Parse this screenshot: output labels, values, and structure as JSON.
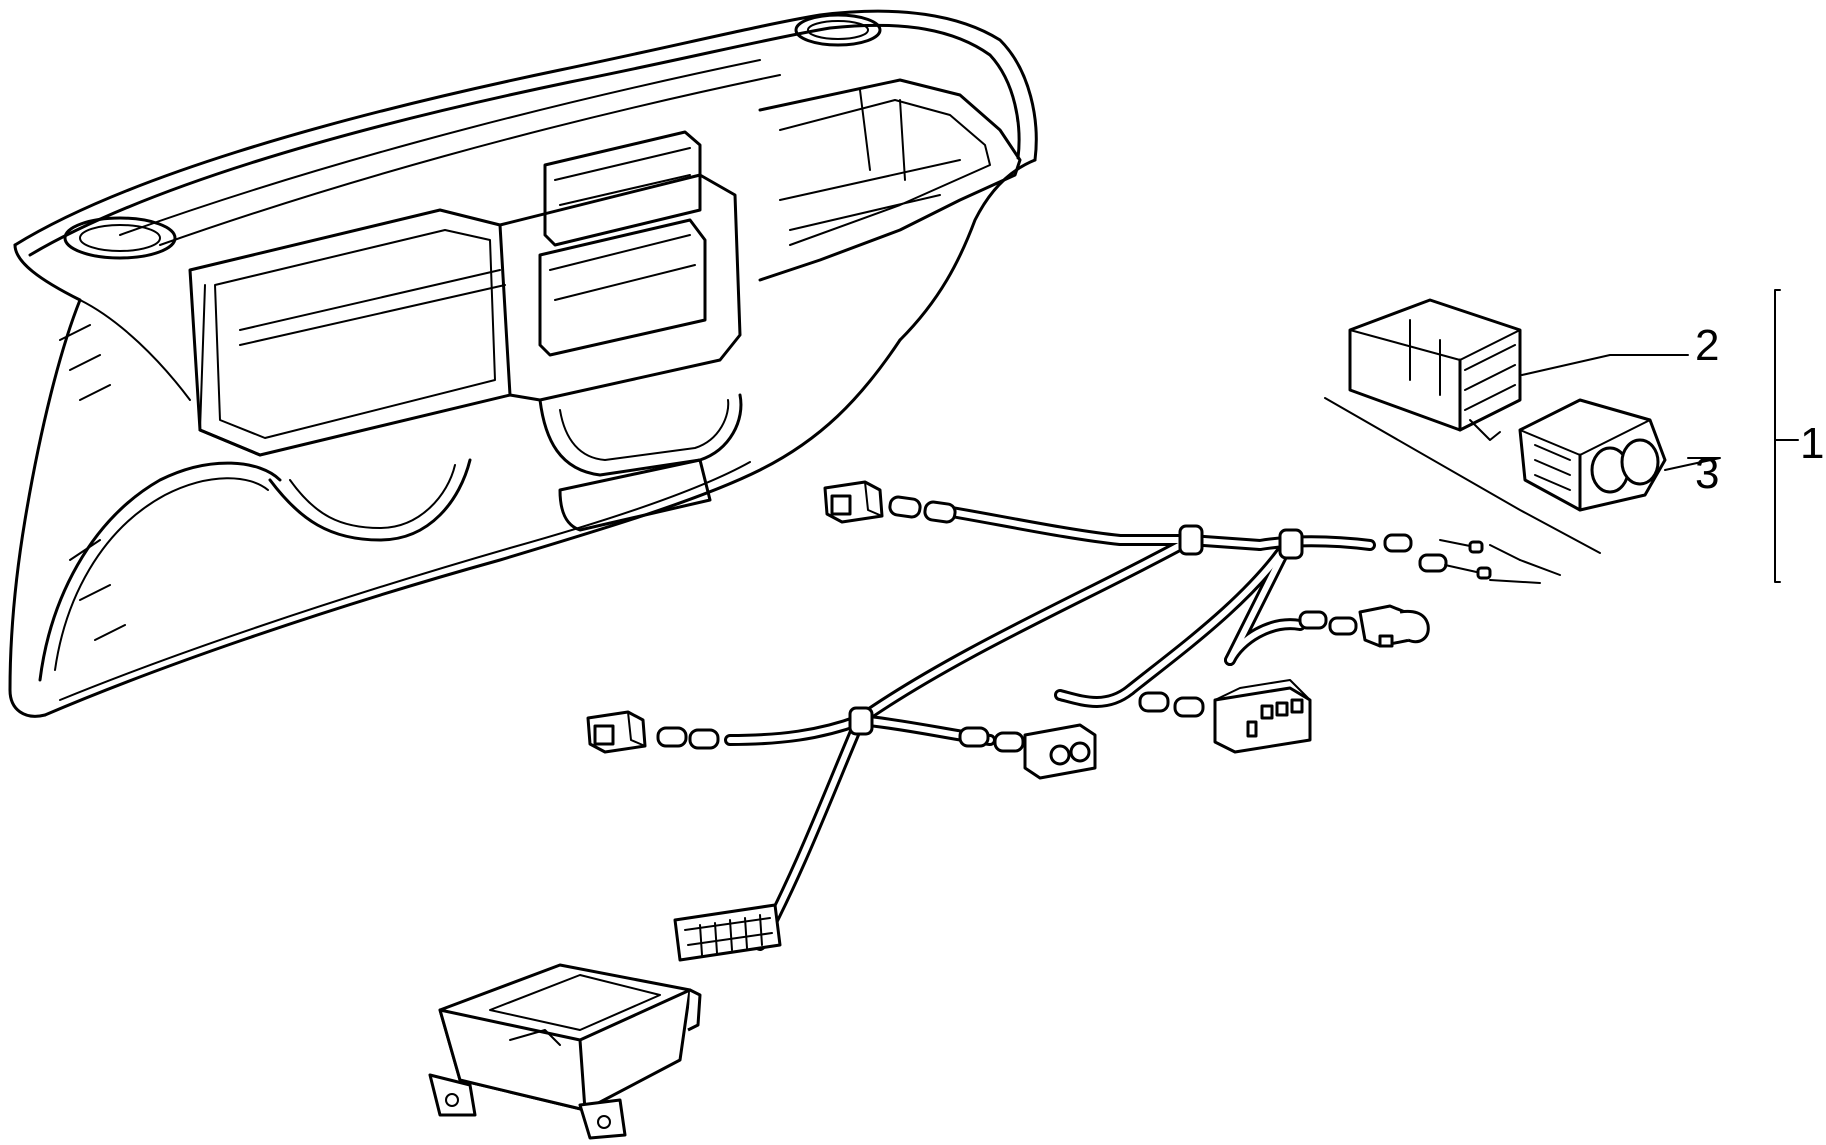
{
  "callouts": [
    {
      "id": "1",
      "label": "1",
      "target": "connector-set"
    },
    {
      "id": "2",
      "label": "2",
      "target": "connector-housing-large"
    },
    {
      "id": "3",
      "label": "3",
      "target": "connector-housing-double"
    }
  ],
  "colors": {
    "line": "#000000",
    "background": "#ffffff"
  }
}
